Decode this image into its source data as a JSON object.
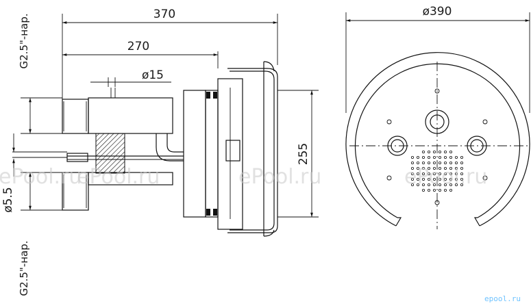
{
  "dimensions": {
    "overall_length": "370",
    "body_length": "270",
    "side_diameter": "ø15",
    "height": "255",
    "front_diameter": "ø390",
    "small_diameter": "ø5.5"
  },
  "thread_labels": {
    "upper": "G2.5\"-нар.",
    "lower": "G2.5\"-нар."
  },
  "watermark": "ePool.ru",
  "brand_mark": "epool.ru"
}
